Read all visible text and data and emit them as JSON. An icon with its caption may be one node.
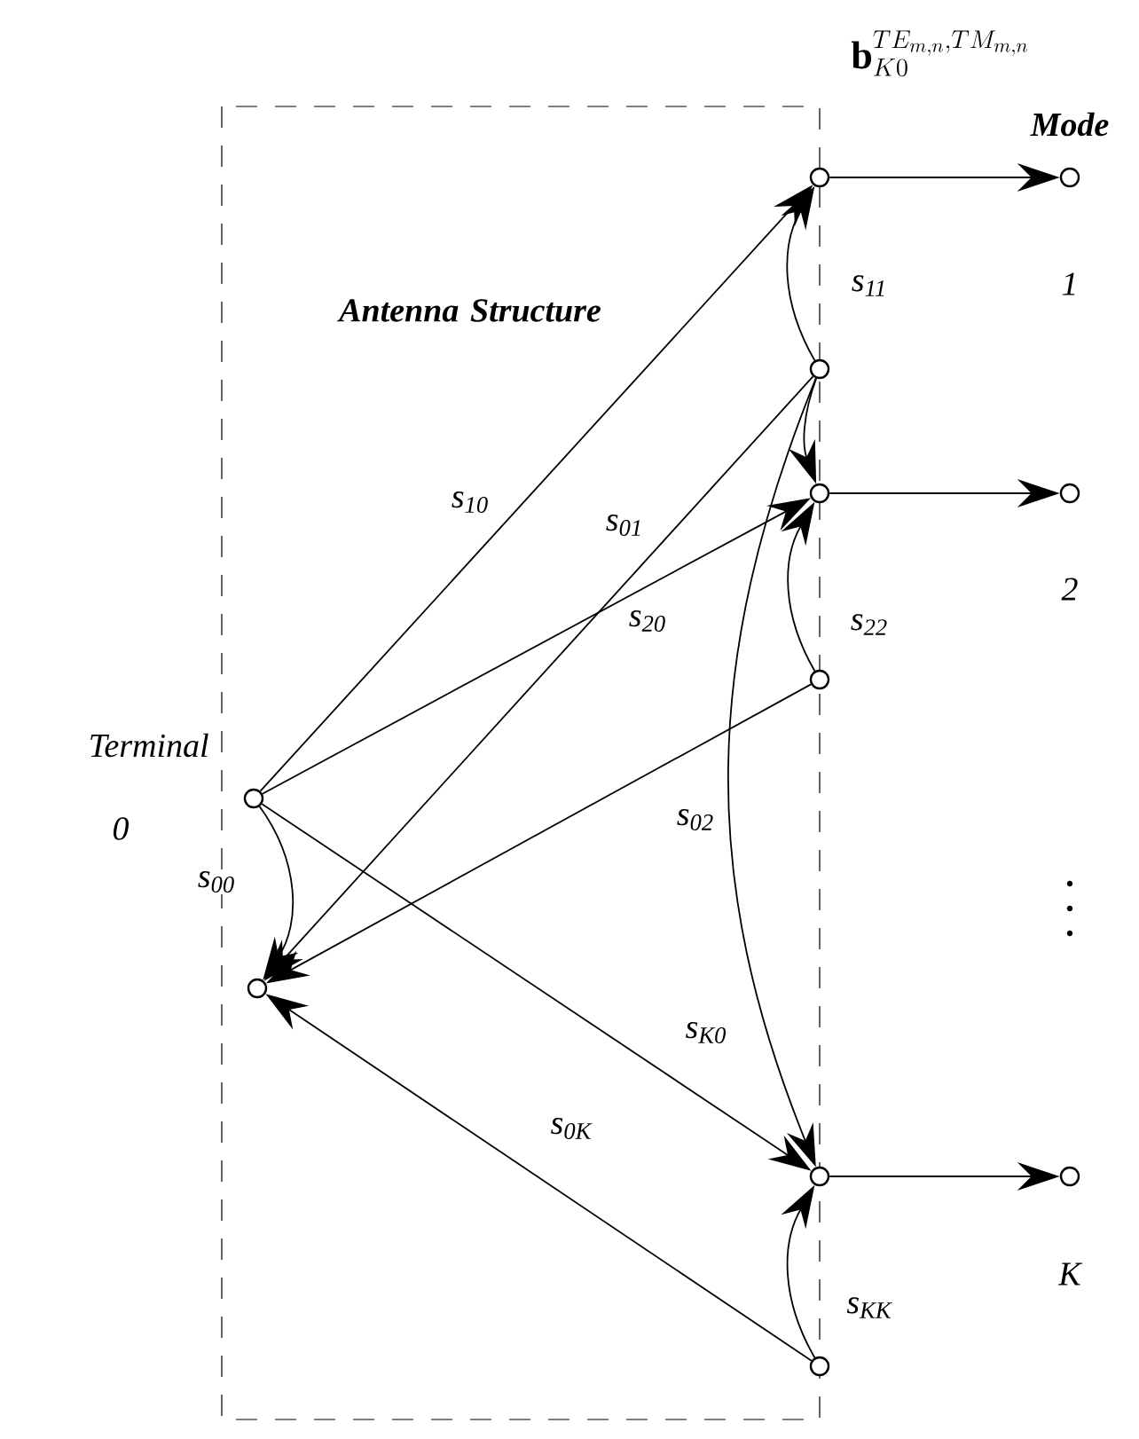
{
  "diagram": {
    "nodes": [
      {
        "text": [],
        "shape": "circle",
        "beside": [
          "Terminal",
          "0"
        ]
      },
      {
        "text": [],
        "shape": "circle"
      },
      {
        "text": [],
        "shape": "circle"
      },
      {
        "text": [],
        "shape": "circle"
      },
      {
        "text": [],
        "shape": "circle"
      },
      {
        "text": [],
        "shape": "circle"
      },
      {
        "text": [],
        "shape": "circle"
      },
      {
        "text": [],
        "shape": "circle"
      },
      {
        "text": [],
        "shape": "circle",
        "beside": [
          "1"
        ]
      },
      {
        "text": [],
        "shape": "circle",
        "beside": [
          "2"
        ]
      },
      {
        "text": [],
        "shape": "circle",
        "beside": [
          "K"
        ]
      }
    ],
    "edges": [
      {
        "from": 0,
        "to": 2,
        "arrow": "to",
        "label": "s$_{10}$"
      },
      {
        "from": 3,
        "to": 1,
        "arrow": "to",
        "label": "s$_{01}$"
      },
      {
        "from": 0,
        "to": 4,
        "arrow": "to",
        "label": "s$_{20}$"
      },
      {
        "from": 5,
        "to": 1,
        "arrow": "to",
        "label": "s$_{02}$"
      },
      {
        "from": 0,
        "to": 6,
        "arrow": "to",
        "label": "s$_{K0}$"
      },
      {
        "from": 7,
        "to": 1,
        "arrow": "to",
        "label": "s$_{0K}$"
      },
      {
        "from": 0,
        "to": 1,
        "arrow": "to",
        "label": "s$_{00}$"
      },
      {
        "from": 3,
        "to": 2,
        "arrow": "to",
        "label": "s$_{11}$"
      },
      {
        "from": 3,
        "to": 4,
        "arrow": "to"
      },
      {
        "from": 5,
        "to": 4,
        "arrow": "to",
        "label": "s$_{22}$"
      },
      {
        "from": 3,
        "to": 6,
        "arrow": "to"
      },
      {
        "from": 7,
        "to": 6,
        "arrow": "to",
        "label": "s$_{KK}$"
      },
      {
        "from": 2,
        "to": 8,
        "arrow": "to"
      },
      {
        "from": 4,
        "to": 9,
        "arrow": "to"
      },
      {
        "from": 6,
        "to": 10,
        "arrow": "to"
      }
    ],
    "labels": [
      "\\mathbf{b}_{K0}^{TE_{m,n},TM_{m,n}}",
      "Mode",
      "Antenna Structure"
    ]
  }
}
